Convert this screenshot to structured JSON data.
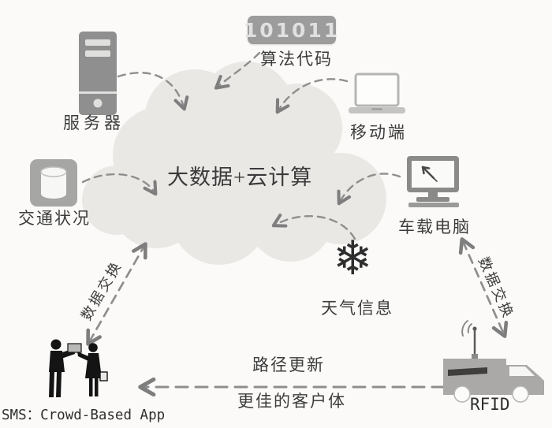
{
  "diagram": {
    "title_node": "大数据+云计算",
    "nodes": {
      "server": {
        "label": "服务器",
        "icon": "server-icon"
      },
      "algorithm": {
        "badge_text": "101011",
        "label": "算法代码",
        "icon": "binary-code-badge"
      },
      "mobile": {
        "label": "移动端",
        "icon": "laptop-icon"
      },
      "traffic": {
        "label": "交通状况",
        "icon": "database-icon"
      },
      "vehicle_computer": {
        "label": "车载电脑",
        "icon": "desktop-computer-icon"
      },
      "weather": {
        "label": "天气信息",
        "icon": "snowflake-icon",
        "glyph": "❄"
      },
      "rfid": {
        "label": "RFID",
        "icon": "delivery-truck-icon"
      },
      "crowd_app": {
        "label": "SMS：Crowd-Based App",
        "icon": "people-exchange-icon"
      }
    },
    "edges": {
      "left_data_exchange": "数据交换",
      "right_data_exchange": "数据交换",
      "route_update": "路径更新",
      "better_customer": "更佳的客户体"
    },
    "colors": {
      "background": "#fbfaf8",
      "cloud_fill": "#eae8e5",
      "arrow": "#8e8e8e",
      "icon_dark": "#8f8f8f",
      "icon_light": "#b5b5b3",
      "badge_bg": "#9c9c9c",
      "badge_text": "#e0e0e0",
      "silhouette": "#141414",
      "snowflake": "#2e2e2e",
      "text": "#3c3c3c"
    }
  }
}
